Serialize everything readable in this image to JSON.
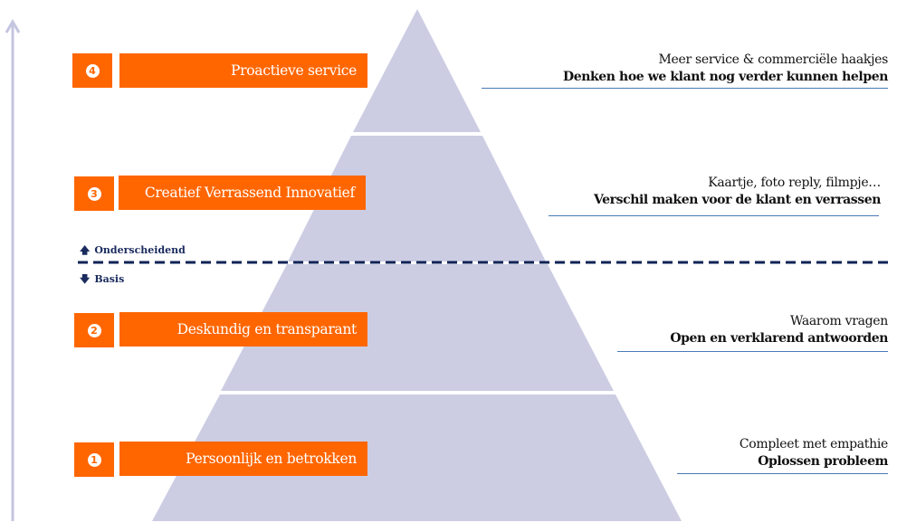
{
  "colors": {
    "accent": "#ff6600",
    "pyramid": "#cccde3",
    "divider": "#0f2356",
    "rule": "#4a7ab5",
    "axis_arrow": "#c4c5df"
  },
  "divider": {
    "above_label": "Onderscheidend",
    "below_label": "Basis",
    "above_icon": "arrow-up-icon",
    "below_icon": "arrow-down-icon"
  },
  "levels": [
    {
      "number": "4",
      "title": "Proactieve service",
      "subtitle": "Meer service & commerciële haakjes",
      "goal": "Denken hoe we klant nog verder kunnen helpen"
    },
    {
      "number": "3",
      "title": "Creatief Verrassend Innovatief",
      "subtitle": "Kaartje, foto reply, filmpje…",
      "goal": "Verschil maken voor de klant en verrassen"
    },
    {
      "number": "2",
      "title": "Deskundig en transparant",
      "subtitle": "Waarom vragen",
      "goal": "Open en verklarend antwoorden"
    },
    {
      "number": "1",
      "title": "Persoonlijk en betrokken",
      "subtitle": "Compleet met empathie",
      "goal": "Oplossen probleem"
    }
  ]
}
